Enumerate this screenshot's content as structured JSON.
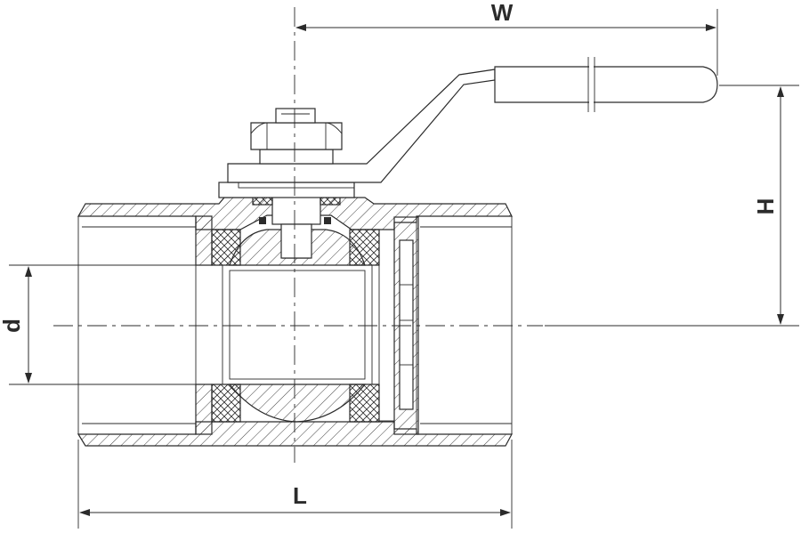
{
  "dimensions": {
    "width_label": "W",
    "height_label": "H",
    "length_label": "L",
    "diameter_label": "d"
  }
}
